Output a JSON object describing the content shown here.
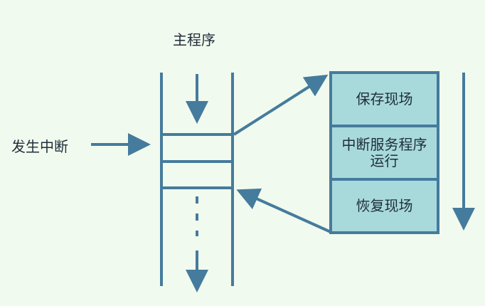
{
  "diagram": {
    "main_program_label": "主程序",
    "interrupt_label": "发生中断",
    "steps": [
      {
        "id": "save",
        "label": "保存现场"
      },
      {
        "id": "service",
        "label": "中断服务程序\n运行"
      },
      {
        "id": "restore",
        "label": "恢复现场"
      }
    ]
  },
  "colors": {
    "background": "#f1faee",
    "line": "#457b9d",
    "box_fill": "#a8dadc",
    "text": "#1f2d3a"
  }
}
